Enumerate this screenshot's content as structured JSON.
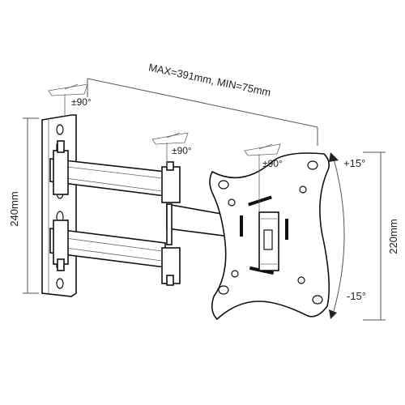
{
  "dimensions": {
    "extension": "MAX=391mm, MIN=75mm",
    "wall_plate_height": "240mm",
    "tv_plate_height": "220mm"
  },
  "swivel_labels": [
    "±90°",
    "±90°",
    "±90°"
  ],
  "tilt": {
    "up": "+15°",
    "down": "-15°"
  },
  "colors": {
    "line": "#111111",
    "dimension": "#555555",
    "background": "#ffffff"
  }
}
